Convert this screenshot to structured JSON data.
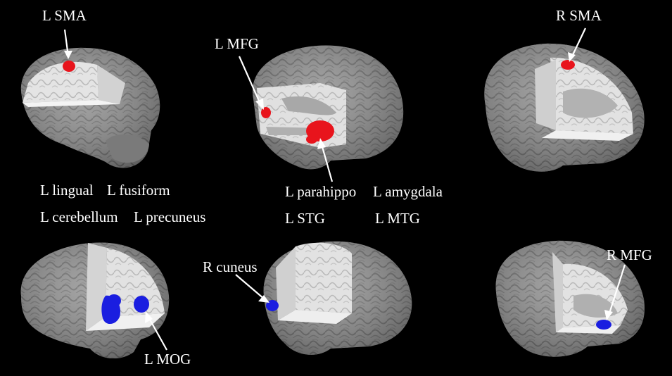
{
  "colors": {
    "background": "#000000",
    "label_text": "#ffffff",
    "leader_line": "#ffffff",
    "brain_surface": "#8f8f8f",
    "slice_face": "#e6e6e6",
    "increased_activation": "#e8141c",
    "decreased_activation": "#1a1ee0"
  },
  "panels": [
    {
      "id": "top-left",
      "region_labels": [
        "L SMA"
      ]
    },
    {
      "id": "top-middle",
      "region_labels": [
        "L MFG",
        "L parahippo",
        "L amygdala",
        "L STG",
        "L MTG"
      ]
    },
    {
      "id": "top-right",
      "region_labels": [
        "R SMA"
      ]
    },
    {
      "id": "bottom-left",
      "region_labels": [
        "L lingual",
        "L fusiform",
        "L cerebellum",
        "L precuneus",
        "L MOG"
      ]
    },
    {
      "id": "bottom-middle",
      "region_labels": [
        "R cuneus"
      ]
    },
    {
      "id": "bottom-right",
      "region_labels": [
        "R MFG"
      ]
    }
  ]
}
